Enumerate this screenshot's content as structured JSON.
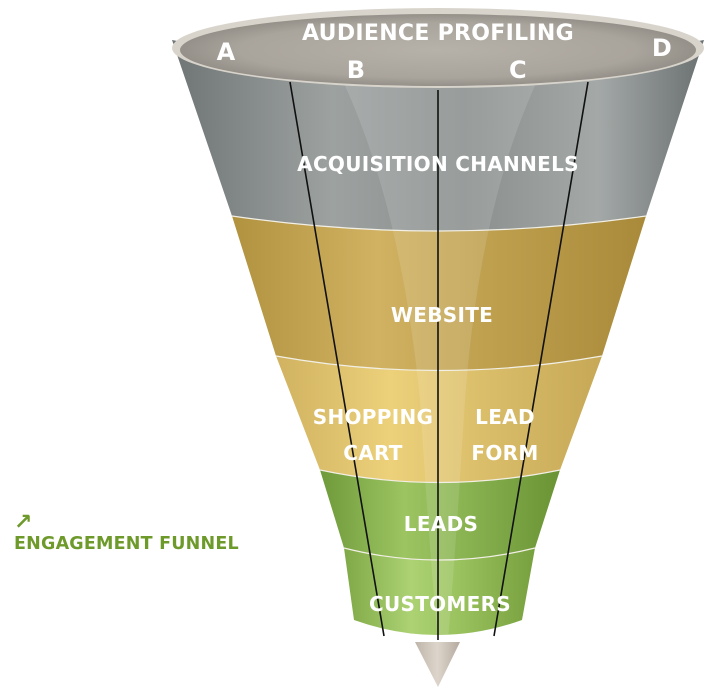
{
  "funnel": {
    "top_label": "AUDIENCE PROFILING",
    "columns": [
      "A",
      "B",
      "C",
      "D"
    ],
    "layers": {
      "acquisition": "ACQUISITION CHANNELS",
      "website": "WEBSITE",
      "shopping_cart": [
        "SHOPPING",
        "CART"
      ],
      "lead_form": [
        "LEAD",
        "FORM"
      ],
      "leads": "LEADS",
      "customers": "CUSTOMERS"
    },
    "colors": {
      "gray": "#8e9292",
      "gold": "#c9ab58",
      "gold_light": "#e3c56a",
      "green": "#8bb552",
      "green_light": "#a3c86a",
      "tip": "#cfc6bc"
    }
  },
  "caption": {
    "icon": "arrow-up-right-icon",
    "text": "ENGAGEMENT FUNNEL",
    "color": "#6e9a2b"
  }
}
